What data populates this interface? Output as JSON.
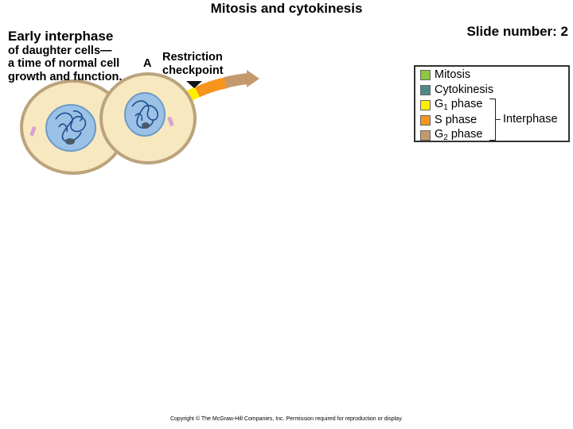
{
  "title": "Mitosis and cytokinesis",
  "slide_number": "Slide number: 2",
  "stage": {
    "heading": "Early interphase",
    "description": [
      "of daughter cells—",
      "a time of normal cell",
      "growth and function."
    ]
  },
  "checkpoint": {
    "letter": "A",
    "label_lines": [
      "Restriction",
      "checkpoint"
    ]
  },
  "legend": {
    "items": [
      {
        "label": "Mitosis",
        "sub": "",
        "color": "#8dc63f"
      },
      {
        "label": "Cytokinesis",
        "sub": "",
        "color": "#4f8a8b"
      },
      {
        "label": "G",
        "sub": "1",
        "suffix": " phase",
        "color": "#ffee00"
      },
      {
        "label": "S phase",
        "sub": "",
        "color": "#f7941d"
      },
      {
        "label": "G",
        "sub": "2",
        "suffix": " phase",
        "color": "#c49a6c"
      }
    ],
    "group_label": "Interphase"
  },
  "copyright": "Copyright © The McGraw-Hill Companies, Inc. Permission required for reproduction or display.",
  "colors": {
    "cytoplasm": "#f8e8c0",
    "cell_membrane": "#bba37c",
    "nucleus": "#9bc1e6",
    "chromatin": "#1f4e8c",
    "centrosome": "#d6a3cf",
    "checkpoint_marker": "#111111"
  }
}
